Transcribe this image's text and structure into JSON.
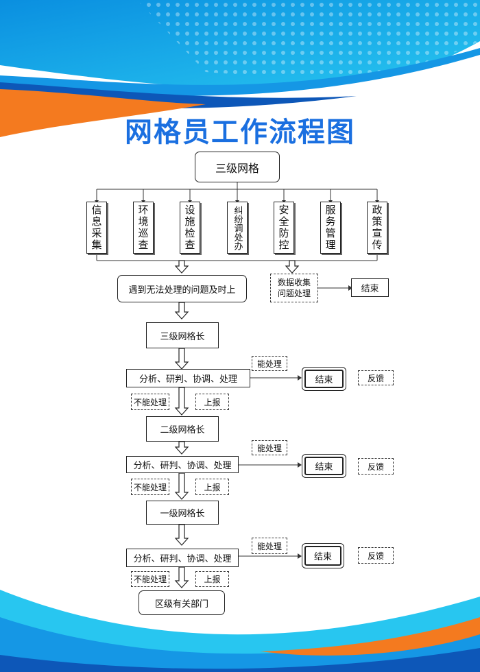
{
  "title": "网格员工作流程图",
  "top": "三级网格",
  "categories": [
    "信息采集",
    "环境巡查",
    "设施检查",
    "纠纷调处办",
    "安全防控",
    "服务管理",
    "政策宣传"
  ],
  "report_up": "遇到无法处理的问题及时上",
  "data_collect": "数据收集问题处理",
  "end": "结束",
  "level3": "三级网格长",
  "level2": "二级网格长",
  "level1": "一级网格长",
  "analysis": "分析、研判、协调、处理",
  "can_handle": "能处理",
  "cannot_handle": "不能处理",
  "escalate": "上报",
  "feedback": "反馈",
  "district": "区级有关部门",
  "colors": {
    "title": "#1a6fe0",
    "blue": "#1597e5",
    "orange": "#f47a1f",
    "cyan": "#28c6f0"
  }
}
